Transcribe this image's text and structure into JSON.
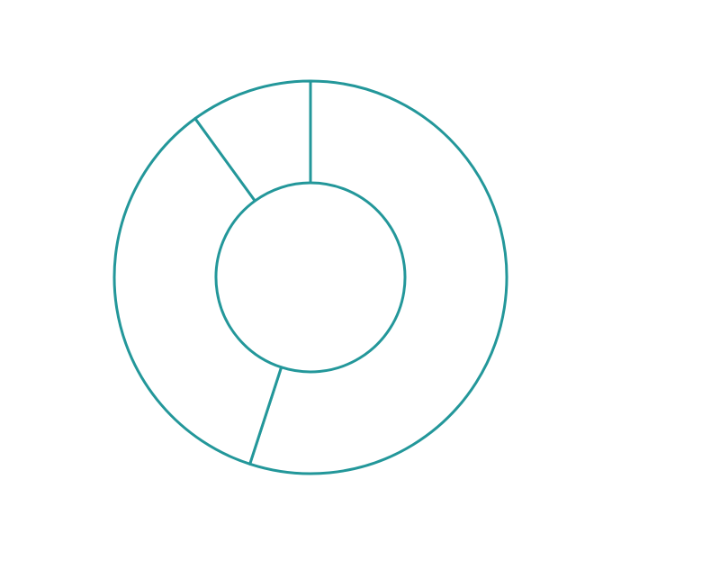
{
  "chart_data": {
    "type": "pie",
    "variant": "donut",
    "slices": [
      {
        "value": 55
      },
      {
        "value": 35
      },
      {
        "value": 10
      }
    ],
    "start_angle_deg": 0,
    "direction": "clockwise",
    "legend": "none",
    "grid": false
  },
  "colors": {
    "outline": "#23979a",
    "fill": "#ffffff",
    "background": "#ffffff"
  }
}
